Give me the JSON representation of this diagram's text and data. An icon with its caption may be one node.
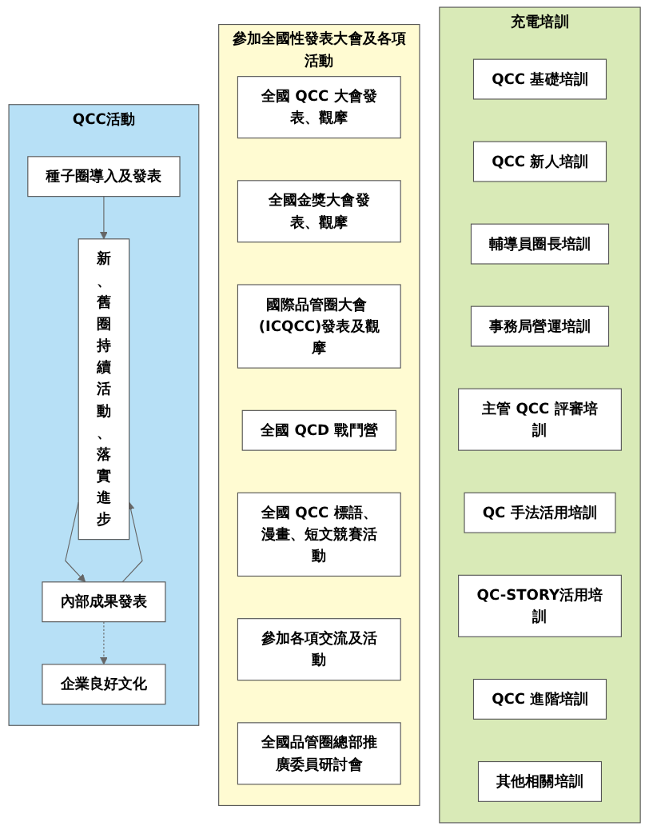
{
  "diagram": {
    "nodes": [
      {
        "text": [
          "QCC活動"
        ]
      },
      {
        "text": [
          "種子圈導入及發表"
        ],
        "in": 0
      },
      {
        "text": [
          "新、舊圈持續活動、落實進步"
        ],
        "in": 0
      },
      {
        "text": [
          "內部成果發表"
        ],
        "in": 0
      },
      {
        "text": [
          "企業良好文化"
        ],
        "in": 0
      },
      {
        "text": [
          "參加全國性發表大會及各項活動"
        ]
      },
      {
        "text": [
          "全國 QCC 大會發表、觀摩"
        ],
        "in": 5
      },
      {
        "text": [
          "全國金獎大會發表、觀摩"
        ],
        "in": 5
      },
      {
        "text": [
          "國際品管圈大會 (ICQCC)發表及觀摩"
        ],
        "in": 5
      },
      {
        "text": [
          "全國 QCD 戰鬥營"
        ],
        "in": 5
      },
      {
        "text": [
          "全國 QCC 標語、漫畫、短文競賽活動"
        ],
        "in": 5
      },
      {
        "text": [
          "參加各項交流及活動"
        ],
        "in": 5
      },
      {
        "text": [
          "全國品管圈總部推廣委員研討會"
        ],
        "in": 5
      },
      {
        "text": [
          "充電培訓"
        ]
      },
      {
        "text": [
          "QCC 基礎培訓"
        ],
        "in": 13
      },
      {
        "text": [
          "QCC 新人培訓"
        ],
        "in": 13
      },
      {
        "text": [
          "輔導員圈長培訓"
        ],
        "in": 13
      },
      {
        "text": [
          "事務局營運培訓"
        ],
        "in": 13
      },
      {
        "text": [
          "主管 QCC 評審培訓"
        ],
        "in": 13
      },
      {
        "text": [
          "QC 手法活用培訓"
        ],
        "in": 13
      },
      {
        "text": [
          "QC-STORY活用培訓"
        ],
        "in": 13
      },
      {
        "text": [
          "QCC 進階培訓"
        ],
        "in": 13
      },
      {
        "text": [
          "其他相關培訓"
        ],
        "in": 13
      }
    ],
    "edges": [
      {
        "from": 1,
        "to": 2,
        "arrow": "to"
      },
      {
        "from": 2,
        "to": 3,
        "arrow": "to"
      },
      {
        "from": 3,
        "to": 2,
        "arrow": "to"
      },
      {
        "from": 3,
        "to": 4,
        "arrow": "to",
        "style": "dashed"
      }
    ]
  }
}
